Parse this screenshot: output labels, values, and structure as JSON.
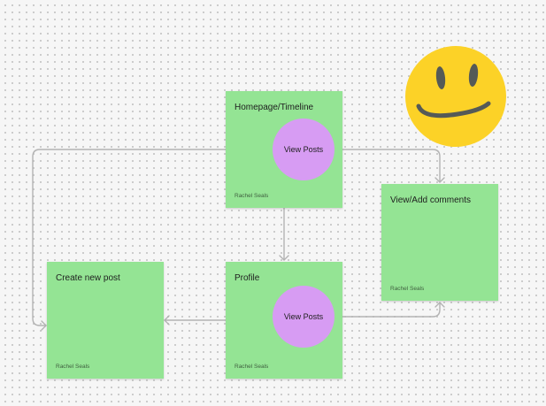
{
  "notes": [
    {
      "id": "homepage",
      "title": "Homepage/Timeline",
      "author": "Rachel Seals",
      "color": "#94e494"
    },
    {
      "id": "comments",
      "title": "View/Add comments",
      "author": "Rachel Seals",
      "color": "#94e494"
    },
    {
      "id": "create",
      "title": "Create new post",
      "author": "Rachel Seals",
      "color": "#94e494"
    },
    {
      "id": "profile",
      "title": "Profile",
      "author": "Rachel Seals",
      "color": "#94e494"
    }
  ],
  "stickers": [
    {
      "label": "View Posts",
      "color": "#d79cf3"
    },
    {
      "label": "View Posts",
      "color": "#d79cf3"
    }
  ],
  "emoji": {
    "icon": "smiley-face-sticker",
    "color": "#fcd227"
  },
  "connector_color": "#b3b3b3"
}
